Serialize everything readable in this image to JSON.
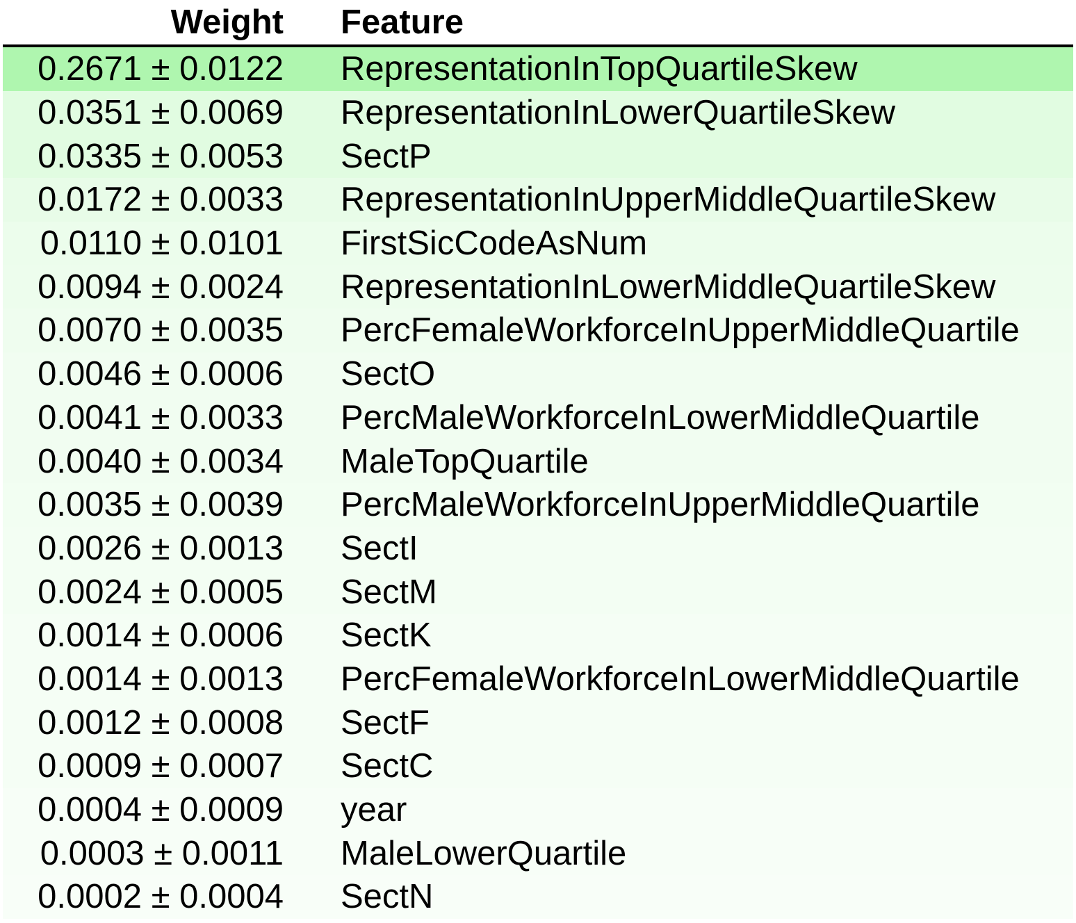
{
  "header": {
    "weight_label": "Weight",
    "feature_label": "Feature"
  },
  "colors": {
    "highlight_rgb": [
      120,
      240,
      120
    ],
    "background": "#ffffff"
  },
  "chart_data": {
    "type": "table",
    "columns": [
      "Weight",
      "Feature"
    ],
    "rows": [
      {
        "weight": 0.2671,
        "std": 0.0122,
        "weight_text": "0.2671 ± 0.0122",
        "feature": "RepresentationInTopQuartileSkew"
      },
      {
        "weight": 0.0351,
        "std": 0.0069,
        "weight_text": "0.0351 ± 0.0069",
        "feature": "RepresentationInLowerQuartileSkew"
      },
      {
        "weight": 0.0335,
        "std": 0.0053,
        "weight_text": "0.0335 ± 0.0053",
        "feature": "SectP"
      },
      {
        "weight": 0.0172,
        "std": 0.0033,
        "weight_text": "0.0172 ± 0.0033",
        "feature": "RepresentationInUpperMiddleQuartileSkew"
      },
      {
        "weight": 0.011,
        "std": 0.0101,
        "weight_text": "0.0110 ± 0.0101",
        "feature": "FirstSicCodeAsNum"
      },
      {
        "weight": 0.0094,
        "std": 0.0024,
        "weight_text": "0.0094 ± 0.0024",
        "feature": "RepresentationInLowerMiddleQuartileSkew"
      },
      {
        "weight": 0.007,
        "std": 0.0035,
        "weight_text": "0.0070 ± 0.0035",
        "feature": "PercFemaleWorkforceInUpperMiddleQuartile"
      },
      {
        "weight": 0.0046,
        "std": 0.0006,
        "weight_text": "0.0046 ± 0.0006",
        "feature": "SectO"
      },
      {
        "weight": 0.0041,
        "std": 0.0033,
        "weight_text": "0.0041 ± 0.0033",
        "feature": "PercMaleWorkforceInLowerMiddleQuartile"
      },
      {
        "weight": 0.004,
        "std": 0.0034,
        "weight_text": "0.0040 ± 0.0034",
        "feature": "MaleTopQuartile"
      },
      {
        "weight": 0.0035,
        "std": 0.0039,
        "weight_text": "0.0035 ± 0.0039",
        "feature": "PercMaleWorkforceInUpperMiddleQuartile"
      },
      {
        "weight": 0.0026,
        "std": 0.0013,
        "weight_text": "0.0026 ± 0.0013",
        "feature": "SectI"
      },
      {
        "weight": 0.0024,
        "std": 0.0005,
        "weight_text": "0.0024 ± 0.0005",
        "feature": "SectM"
      },
      {
        "weight": 0.0014,
        "std": 0.0006,
        "weight_text": "0.0014 ± 0.0006",
        "feature": "SectK"
      },
      {
        "weight": 0.0014,
        "std": 0.0013,
        "weight_text": "0.0014 ± 0.0013",
        "feature": "PercFemaleWorkforceInLowerMiddleQuartile"
      },
      {
        "weight": 0.0012,
        "std": 0.0008,
        "weight_text": "0.0012 ± 0.0008",
        "feature": "SectF"
      },
      {
        "weight": 0.0009,
        "std": 0.0007,
        "weight_text": "0.0009 ± 0.0007",
        "feature": "SectC"
      },
      {
        "weight": 0.0004,
        "std": 0.0009,
        "weight_text": "0.0004 ± 0.0009",
        "feature": "year"
      },
      {
        "weight": 0.0003,
        "std": 0.0011,
        "weight_text": "0.0003 ± 0.0011",
        "feature": "MaleLowerQuartile"
      },
      {
        "weight": 0.0002,
        "std": 0.0004,
        "weight_text": "0.0002 ± 0.0004",
        "feature": "SectN"
      }
    ]
  }
}
